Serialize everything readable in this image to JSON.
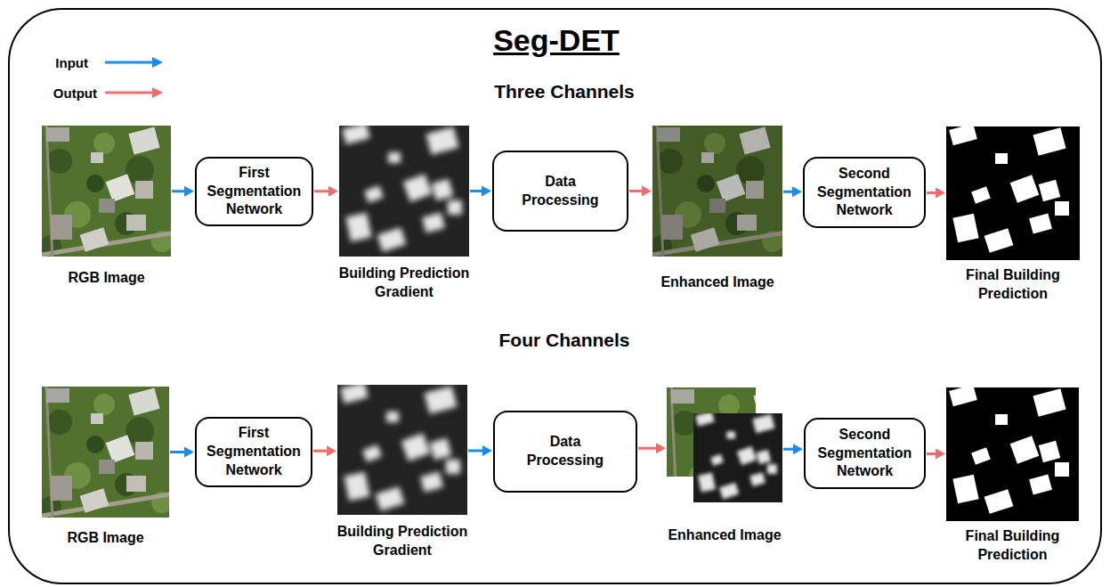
{
  "diagram": {
    "title": "Seg-DET",
    "nodes": [
      {
        "text": [
          "RGB Image"
        ]
      },
      {
        "text": [
          "First Segmentation Network"
        ]
      },
      {
        "text": [
          "Building Prediction Gradient"
        ]
      },
      {
        "text": [
          "Data Processing"
        ]
      },
      {
        "text": [
          "Enhanced Image"
        ]
      },
      {
        "text": [
          "Second Segmentation Network"
        ]
      },
      {
        "text": [
          "Final Building Prediction"
        ]
      },
      {
        "text": [
          "RGB Image"
        ]
      },
      {
        "text": [
          "First Segmentation Network"
        ]
      },
      {
        "text": [
          "Building Prediction Gradient"
        ]
      },
      {
        "text": [
          "Data Processing"
        ]
      },
      {
        "text": [
          "Enhanced Image"
        ]
      },
      {
        "text": [
          "Second Segmentation Network"
        ]
      },
      {
        "text": [
          "Final Building Prediction"
        ]
      }
    ],
    "edges": [
      {
        "from": 0,
        "to": 1,
        "arrow": "to"
      },
      {
        "from": 1,
        "to": 2,
        "arrow": "to"
      },
      {
        "from": 2,
        "to": 3,
        "arrow": "to"
      },
      {
        "from": 3,
        "to": 4,
        "arrow": "to"
      },
      {
        "from": 4,
        "to": 5,
        "arrow": "to"
      },
      {
        "from": 5,
        "to": 6,
        "arrow": "to"
      },
      {
        "from": 7,
        "to": 8,
        "arrow": "to"
      },
      {
        "from": 8,
        "to": 9,
        "arrow": "to"
      },
      {
        "from": 9,
        "to": 10,
        "arrow": "to"
      },
      {
        "from": 10,
        "to": 11,
        "arrow": "to"
      },
      {
        "from": 11,
        "to": 12,
        "arrow": "to"
      },
      {
        "from": 12,
        "to": 13,
        "arrow": "to"
      }
    ],
    "labels": [
      "Three Channels",
      "Four Channels"
    ],
    "legend": [
      {
        "text": "Input"
      },
      {
        "text": "Output"
      }
    ]
  }
}
